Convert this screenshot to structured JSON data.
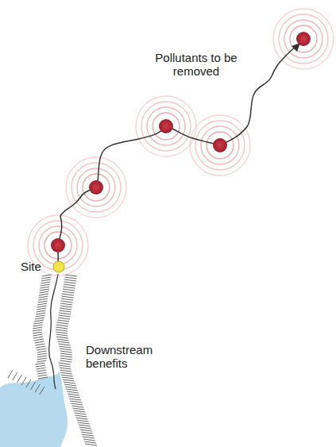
{
  "diagram": {
    "labels": [
      "Pollutants to be removed",
      "Site",
      "Downstream benefits"
    ]
  }
}
